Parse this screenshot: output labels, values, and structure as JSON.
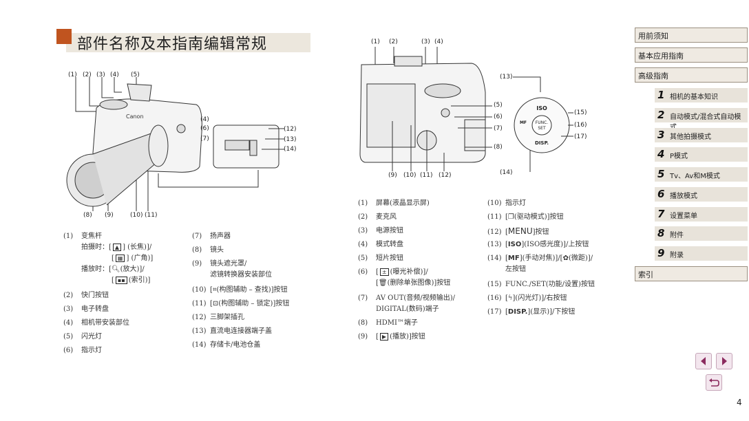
{
  "title": "部件名称及本指南编辑常规",
  "page_number": "4",
  "front_callouts_top": [
    "(1)",
    "(2)",
    "(3)",
    "(4)",
    "(5)"
  ],
  "front_callouts_side": [
    "(4)",
    "(6)",
    "(7)"
  ],
  "front_callouts_inset": [
    "(12)",
    "(13)",
    "(14)"
  ],
  "front_callouts_bottom": [
    "(8)",
    "(9)",
    "(10)",
    "(11)"
  ],
  "back_callouts_top": [
    "(1)",
    "(2)",
    "(3)",
    "(4)"
  ],
  "back_callouts_right": [
    "(13)",
    "(5)",
    "(6)",
    "(7)",
    "(8)",
    "(14)"
  ],
  "back_callouts_dial": [
    "(15)",
    "(16)",
    "(17)"
  ],
  "back_callouts_bottom": [
    "(9)",
    "(10)",
    "(11)",
    "(12)"
  ],
  "dial_labels": {
    "iso": "ISO",
    "func": "FUNC.\nSET",
    "disp": "DISP.",
    "mf": "MF"
  },
  "brand": "Canon",
  "list1": [
    {
      "n": "(1)",
      "t": "变焦杆"
    },
    {
      "n": "(2)",
      "t": "快门按钮"
    },
    {
      "n": "(3)",
      "t": "电子转盘"
    },
    {
      "n": "(4)",
      "t": "相机带安装部位"
    },
    {
      "n": "(5)",
      "t": "闪光灯"
    },
    {
      "n": "(6)",
      "t": "指示灯"
    }
  ],
  "list1_sub": {
    "a1": "拍摄时：[",
    "a1b": "] (长焦)]/",
    "a2": "[",
    "a2b": "] (广角)]",
    "b1": "播放时：[",
    "b1b": "(放大)]/",
    "b2": "[",
    "b2b": "(索引)]"
  },
  "list2": [
    {
      "n": "(7)",
      "t": "扬声器"
    },
    {
      "n": "(8)",
      "t": "镜头"
    },
    {
      "n": "(9)",
      "t": "镜头遮光罩/"
    },
    {
      "n": "",
      "t": "滤镜转换器安装部位"
    },
    {
      "n": "(10)",
      "t": "(构图辅助 – 查找)]按钮"
    },
    {
      "n": "(11)",
      "t": "(构图辅助 – 锁定)]按钮"
    },
    {
      "n": "(12)",
      "t": "三脚架插孔"
    },
    {
      "n": "(13)",
      "t": "直流电连接器端子盖"
    },
    {
      "n": "(14)",
      "t": "存储卡/电池仓盖"
    }
  ],
  "list3": [
    {
      "n": "(1)",
      "t": "屏幕(液晶显示屏)"
    },
    {
      "n": "(2)",
      "t": "麦克风"
    },
    {
      "n": "(3)",
      "t": "电源按钮"
    },
    {
      "n": "(4)",
      "t": "模式转盘"
    },
    {
      "n": "(5)",
      "t": "短片按钮"
    },
    {
      "n": "(6)",
      "t": "(曝光补偿)]/"
    },
    {
      "n": "",
      "t": "(删除单张图像)]按钮"
    },
    {
      "n": "(7)",
      "t": "AV OUT(音频/视频输出)/"
    },
    {
      "n": "",
      "t": "DIGITAL(数码)端子"
    },
    {
      "n": "(8)",
      "t": "HDMI™端子"
    },
    {
      "n": "(9)",
      "t": "(播放)]按钮"
    }
  ],
  "list4": [
    {
      "n": "(10)",
      "t": "指示灯"
    },
    {
      "n": "(11)",
      "t": "(驱动模式)]按钮"
    },
    {
      "n": "(12)",
      "t": "按钮"
    },
    {
      "n": "(13)",
      "t": "(ISO感光度)]/上按钮"
    },
    {
      "n": "(14)",
      "t": "(手动对焦)]/["
    },
    {
      "n": "",
      "t": "左按钮"
    },
    {
      "n": "(15)",
      "t": "FUNC./SET(功能/设置)按钮"
    },
    {
      "n": "(16)",
      "t": "(闪光灯)]/右按钮"
    },
    {
      "n": "(17)",
      "t": "(显示)]/下按钮"
    }
  ],
  "list4_extra": {
    "menu": "MENU",
    "iso": "ISO",
    "mf": "MF",
    "macro": "(微距)]/",
    "disp": "DISP."
  },
  "sidebar": {
    "main": [
      "用前须知",
      "基本应用指南",
      "高级指南"
    ],
    "chapters": [
      {
        "n": "1",
        "t": "相机的基本知识"
      },
      {
        "n": "2",
        "t": "自动模式/混合式自动模式"
      },
      {
        "n": "3",
        "t": "其他拍摄模式"
      },
      {
        "n": "4",
        "t": "P模式"
      },
      {
        "n": "5",
        "t": "Tv、Av和M模式"
      },
      {
        "n": "6",
        "t": "播放模式"
      },
      {
        "n": "7",
        "t": "设置菜单"
      },
      {
        "n": "8",
        "t": "附件"
      },
      {
        "n": "9",
        "t": "附录"
      }
    ],
    "index": "索引"
  },
  "colors": {
    "accent": "#c0541f",
    "title_bg": "#ece7dd",
    "sidebar_bg": "#efeae2",
    "nav": "#8b2a5e"
  },
  "icons": [
    "chevron-left-icon",
    "chevron-right-icon",
    "return-icon"
  ]
}
